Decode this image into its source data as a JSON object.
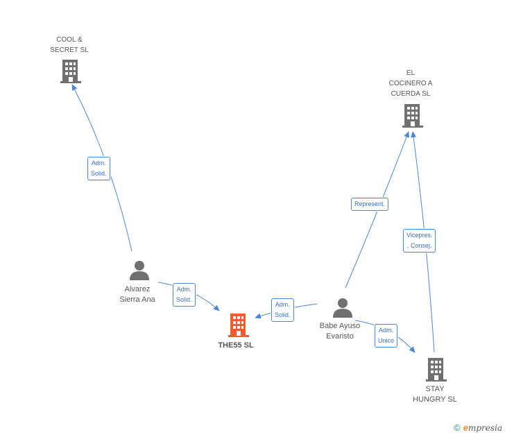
{
  "colors": {
    "edge": "#4a87d6",
    "building": "#707070",
    "building_focus": "#f25c2a",
    "person": "#707070"
  },
  "nodes": {
    "cool_secret": {
      "label": "COOL &\nSECRET  SL",
      "icon": "building-icon"
    },
    "el_cocinero": {
      "label": "EL\nCOCINERO A\nCUERDA  SL",
      "icon": "building-icon"
    },
    "alvarez": {
      "label": "Alvarez\nSierra Ana",
      "icon": "person-icon"
    },
    "the55": {
      "label": "THE55 SL",
      "icon": "building-icon"
    },
    "babe_ayuso": {
      "label": "Babe Ayuso\nEvaristo",
      "icon": "person-icon"
    },
    "stay_hungry": {
      "label": "STAY\nHUNGRY SL",
      "icon": "building-icon"
    }
  },
  "edges": [
    {
      "label": "Adm.\nSolid."
    },
    {
      "label": "Adm.\nSolid."
    },
    {
      "label": "Adm.\nSolid."
    },
    {
      "label": "Represent."
    },
    {
      "label": "Vicepres.\n, Consej."
    },
    {
      "label": "Adm.\nUnico"
    }
  ],
  "footer": {
    "copyright": "©",
    "brand_e": "e",
    "brand": "mpresia"
  }
}
